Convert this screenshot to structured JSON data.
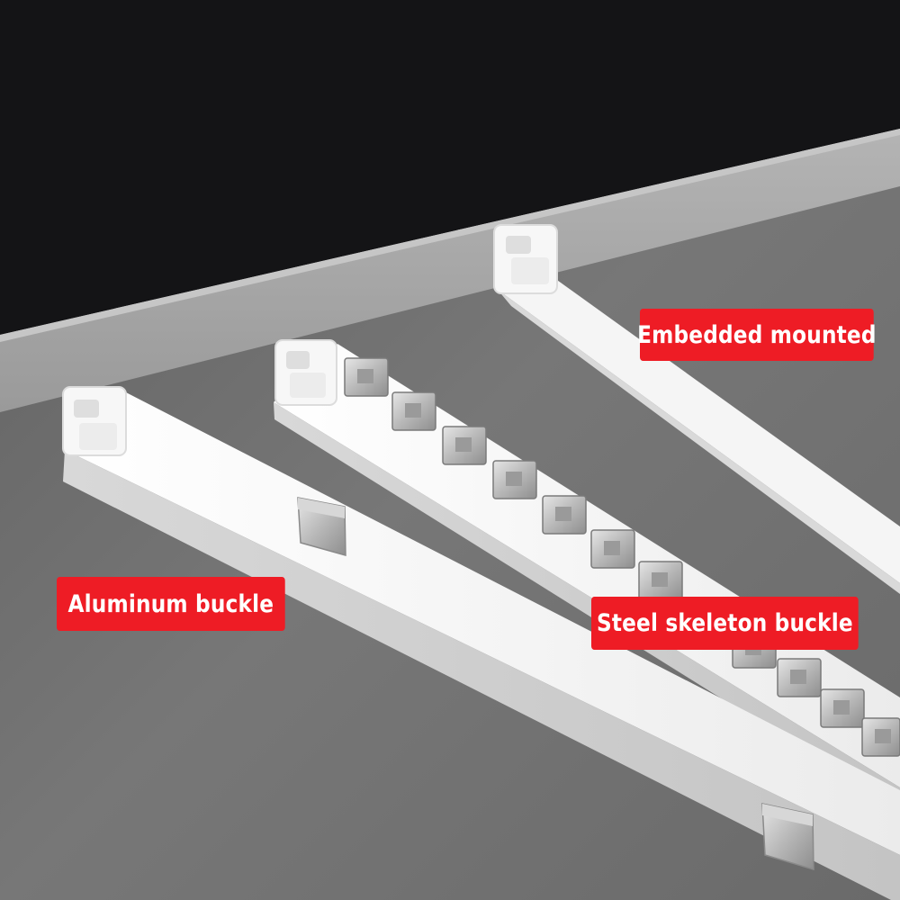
{
  "labels": {
    "embedded": "Embedded mounted",
    "aluminum": "Aluminum buckle",
    "steel": "Steel skeleton buckle"
  },
  "colors": {
    "label_background": "#ee1c25",
    "label_text": "#ffffff",
    "ceiling_void": "#141416",
    "ceiling_board": "#a9a9a9",
    "background": "#6e6e6e",
    "led_strip": "#f4f4f4"
  },
  "objects": [
    "ceiling-board",
    "embedded-led-strip",
    "steel-skeleton-led-strip",
    "aluminum-buckle-led-strip"
  ]
}
